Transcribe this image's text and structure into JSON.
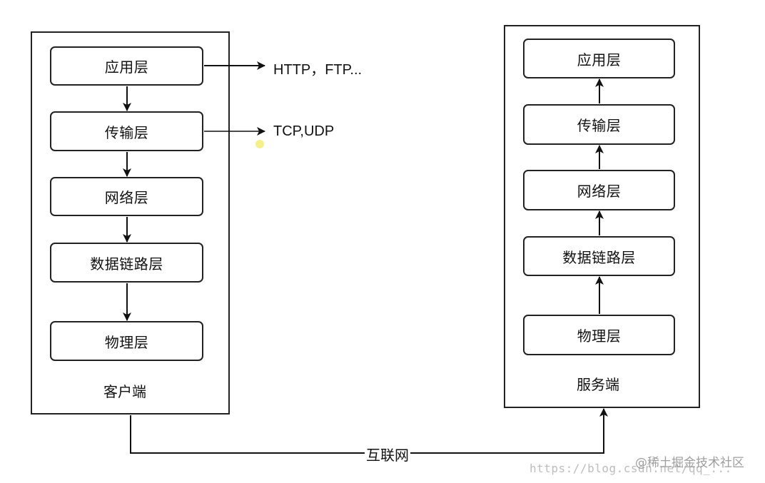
{
  "client": {
    "caption": "客户端",
    "layers": [
      "应用层",
      "传输层",
      "网络层",
      "数据链路层",
      "物理层"
    ]
  },
  "server": {
    "caption": "服务端",
    "layers": [
      "应用层",
      "传输层",
      "网络层",
      "数据链路层",
      "物理层"
    ]
  },
  "protocols": {
    "application": "HTTP，FTP...",
    "transport": "TCP,UDP"
  },
  "network_label": "互联网",
  "watermark": {
    "url": "https://blog.csdn.net/qq_...",
    "site": "@稀土掘金技术社区"
  },
  "colors": {
    "line": "#111111",
    "border": "#222222",
    "cursor_dot": "#f5f08a"
  }
}
